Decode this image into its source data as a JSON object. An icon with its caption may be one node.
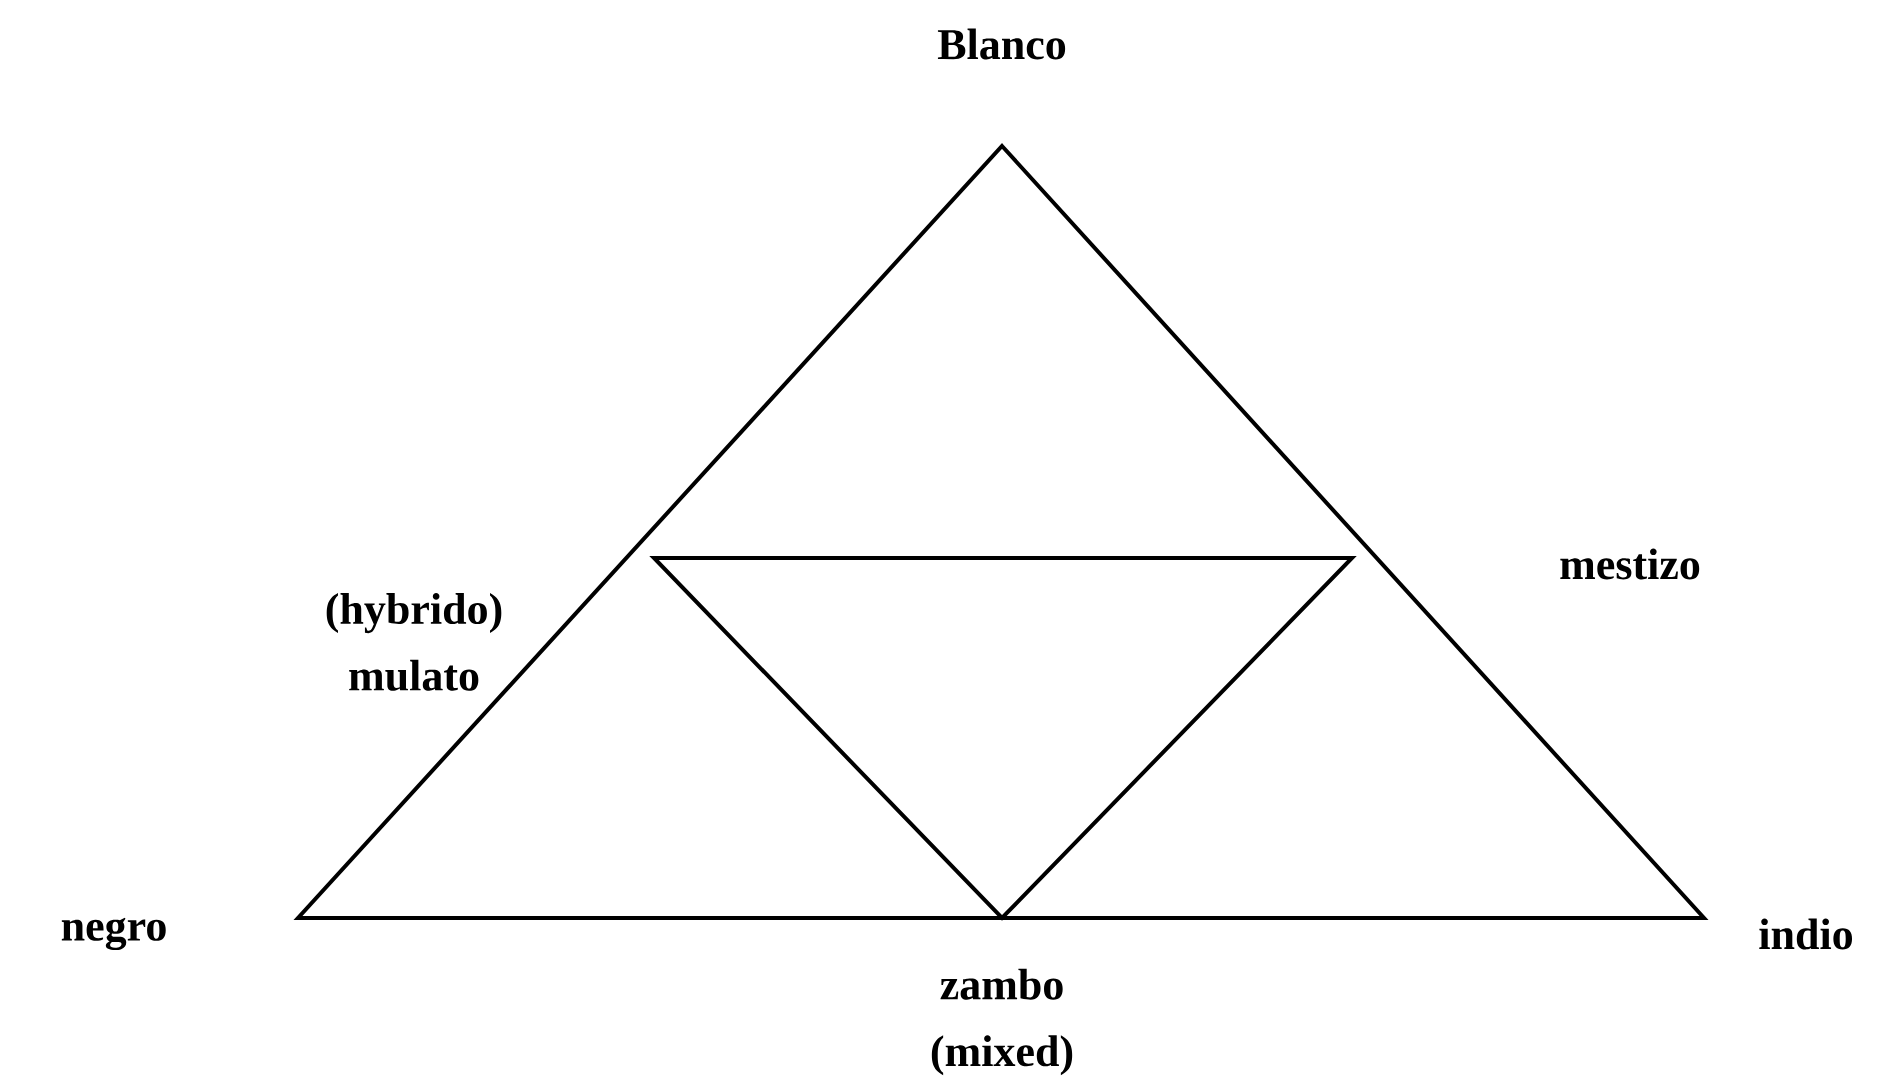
{
  "diagram": {
    "labels": [
      "Blanco",
      "(hybrido) mulato",
      "mestizo",
      "negro",
      "indio",
      "zambo (mixed)"
    ]
  }
}
